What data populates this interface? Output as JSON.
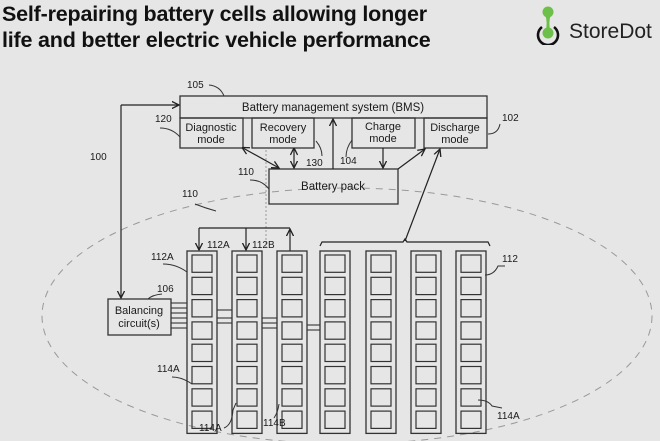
{
  "header": {
    "title_line1": "Self-repairing battery cells allowing longer",
    "title_line2": "life and better electric vehicle performance"
  },
  "logo": {
    "brand": "StoreDot",
    "icon": "storedot-logo-icon",
    "accent_color": "#6cc04a"
  },
  "diagram": {
    "bms": {
      "label": "Battery management system (BMS)",
      "ref": "105"
    },
    "modes": [
      {
        "line1": "Diagnostic",
        "line2": "mode",
        "ref": "120"
      },
      {
        "line1": "Recovery",
        "line2": "mode",
        "ref": "130"
      },
      {
        "line1": "Charge",
        "line2": "mode",
        "ref": "104"
      },
      {
        "line1": "Discharge",
        "line2": "mode",
        "ref": "102"
      }
    ],
    "battery_pack": {
      "label": "Battery pack",
      "ref": "110"
    },
    "region_ref": "110",
    "system_ref": "100",
    "balancing": {
      "line1": "Balancing",
      "line2": "circuit(s)",
      "ref": "106"
    },
    "labels": {
      "module_a_left": "112A",
      "module_a": "112A",
      "module_b": "112B",
      "modules_group": "112",
      "cell_a_left": "114A",
      "cell_a_bottom": "114A",
      "cell_b_bottom": "114B",
      "cell_a_right": "114A"
    },
    "module_count": 7,
    "cells_per_module": 8
  }
}
